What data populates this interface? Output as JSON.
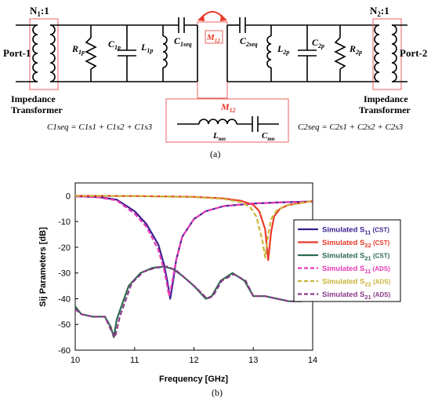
{
  "circuit": {
    "port1": "Port-1",
    "port2": "Port-2",
    "n1": "N",
    "n1_sub": "1",
    "n1_rest": ":1",
    "n2": "N",
    "n2_sub": "2",
    "n2_rest": ":1",
    "r1p": "R",
    "r1p_sub": "1p",
    "c1p": "C",
    "c1p_sub": "1p",
    "l1p": "L",
    "l1p_sub": "1p",
    "c1seq": "C",
    "c1seq_sub": "1seq",
    "m12": "M",
    "m12_sub": "12",
    "c2seq": "C",
    "c2seq_sub": "2seq",
    "l2p": "L",
    "l2p_sub": "2p",
    "c2p": "C",
    "c2p_sub": "2p",
    "r2p": "R",
    "r2p_sub": "2p",
    "imp_left_1": "Impedance",
    "imp_left_2": "Transformer",
    "imp_right_1": "Impedance",
    "imp_right_2": "Transformer",
    "eq1": "C1seq = C1s1 + C1s2 + C1s3",
    "eq2": "C2seq = C2s1 + C2s2 + C2s3",
    "inset_m12": "M",
    "inset_m12_sub": "12",
    "inset_lmn": "L",
    "inset_lmn_sub": "mn",
    "inset_cmn": "C",
    "inset_cmn_sub": "mn",
    "caption_a": "(a)"
  },
  "caption_b": "(b)",
  "chart_data": {
    "type": "line",
    "xlabel": "Frequency [GHz]",
    "ylabel": "Sij Parameters [dB]",
    "xlim": [
      10,
      14
    ],
    "ylim": [
      -60,
      5
    ],
    "xticks": [
      10,
      11,
      12,
      13,
      14
    ],
    "yticks": [
      0,
      -10,
      -20,
      -30,
      -40,
      -50,
      -60
    ],
    "grid": false,
    "legend_position": "right",
    "series": [
      {
        "name": "Simulated S11 (CST)",
        "base": "Simulated S",
        "sub": "11",
        "suffix": " (CST)",
        "color": "#3a1f8f",
        "dash": false,
        "x": [
          10,
          10.4,
          10.7,
          11.0,
          11.2,
          11.4,
          11.5,
          11.55,
          11.6,
          11.65,
          11.7,
          11.8,
          12.0,
          12.2,
          12.5,
          13.0,
          13.5,
          14.0
        ],
        "y": [
          -0.2,
          -0.5,
          -1.5,
          -6,
          -11,
          -19,
          -27,
          -33,
          -40,
          -33,
          -25,
          -16,
          -9,
          -6,
          -4,
          -3,
          -2.5,
          -2.2
        ]
      },
      {
        "name": "Simulated S22 (CST)",
        "base": "Simulated S",
        "sub": "22",
        "suffix": " (CST)",
        "color": "#e83a2a",
        "dash": false,
        "x": [
          10,
          11,
          12,
          12.5,
          12.8,
          13.0,
          13.1,
          13.2,
          13.25,
          13.3,
          13.35,
          13.45,
          13.6,
          14.0
        ],
        "y": [
          0,
          -0.1,
          -0.4,
          -1,
          -2,
          -3.5,
          -6,
          -13,
          -25,
          -14,
          -8,
          -5,
          -3.5,
          -2
        ]
      },
      {
        "name": "Simulated S21 (CST)",
        "base": "Simulated S",
        "sub": "21",
        "suffix": " (CST)",
        "color": "#2e6b4e",
        "dash": false,
        "x": [
          10,
          10.1,
          10.3,
          10.5,
          10.6,
          10.65,
          10.7,
          10.9,
          11.1,
          11.3,
          11.5,
          11.65,
          11.8,
          12.0,
          12.2,
          12.3,
          12.45,
          12.65,
          12.85,
          13.0,
          13.2,
          13.4,
          13.6,
          13.8,
          14.0
        ],
        "y": [
          -43,
          -46,
          -47,
          -47,
          -51,
          -55,
          -48,
          -35,
          -30,
          -28,
          -27.5,
          -28.5,
          -31,
          -35,
          -40,
          -39,
          -33,
          -30,
          -33,
          -39,
          -39,
          -40,
          -41,
          -41,
          -40.5
        ]
      },
      {
        "name": "Simulated S11 (ADS)",
        "base": "Simulated S",
        "sub": "11",
        "suffix": " (ADS)",
        "color": "#e83ab5",
        "dash": true,
        "x": [
          10,
          10.4,
          10.7,
          11.0,
          11.2,
          11.4,
          11.5,
          11.55,
          11.58,
          11.63,
          11.7,
          11.8,
          12.0,
          12.2,
          12.5,
          13.0,
          13.5,
          14.0
        ],
        "y": [
          -0.2,
          -0.6,
          -1.8,
          -7,
          -12,
          -21,
          -29,
          -35,
          -39,
          -34,
          -25,
          -16,
          -9,
          -6,
          -4,
          -3,
          -2.5,
          -2.2
        ]
      },
      {
        "name": "Simulated S22 (ADS)",
        "base": "Simulated S",
        "sub": "22",
        "suffix": " (ADS)",
        "color": "#c9b53a",
        "dash": true,
        "x": [
          10,
          11,
          12,
          12.5,
          12.8,
          12.95,
          13.05,
          13.15,
          13.2,
          13.25,
          13.3,
          13.4,
          13.55,
          14.0
        ],
        "y": [
          0,
          -0.1,
          -0.5,
          -1.2,
          -2.5,
          -4.5,
          -8,
          -17,
          -24,
          -15,
          -9,
          -5.5,
          -3.8,
          -2
        ]
      },
      {
        "name": "Simulated S21 (ADS)",
        "base": "Simulated S",
        "sub": "21",
        "suffix": " (ADS)",
        "color": "#8a3a8a",
        "dash": true,
        "x": [
          10,
          10.1,
          10.3,
          10.5,
          10.6,
          10.67,
          10.75,
          10.95,
          11.15,
          11.35,
          11.55,
          11.7,
          11.85,
          12.05,
          12.22,
          12.32,
          12.47,
          12.67,
          12.87,
          13.0,
          13.2,
          13.4,
          13.6,
          13.8,
          14.0
        ],
        "y": [
          -44,
          -46,
          -47,
          -47,
          -52,
          -55,
          -47,
          -34,
          -29.5,
          -28,
          -27.5,
          -29,
          -32,
          -36,
          -40,
          -39,
          -33,
          -30.5,
          -33,
          -39,
          -39,
          -40,
          -41,
          -41,
          -40.5
        ]
      }
    ]
  }
}
